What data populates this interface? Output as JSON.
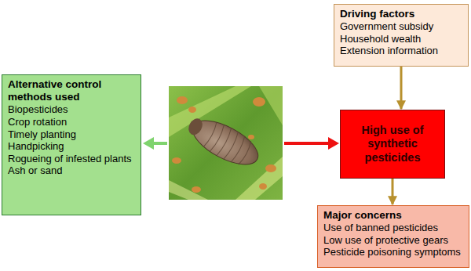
{
  "diagram": {
    "nodes": [
      {
        "text": [
          "Alternative control methods used",
          "Biopesticides",
          "Crop rotation",
          "Timely planting",
          "Handpicking",
          "Rogueing of infested plants",
          "Ash or sand"
        ]
      },
      {
        "text": [
          "Driving factors",
          "Government subsidy",
          "Household wealth",
          "Extension information"
        ]
      },
      {
        "text": [
          "High use of synthetic pesticides"
        ]
      },
      {
        "text": [
          "Major concerns",
          "Use of banned pesticides",
          "Low use of protective gears",
          "Pesticide poisoning symptoms"
        ]
      }
    ],
    "edges": [
      {
        "from": 1,
        "to": 2,
        "arrow": "to"
      },
      {
        "from": 2,
        "to": 3,
        "arrow": "to"
      }
    ]
  }
}
